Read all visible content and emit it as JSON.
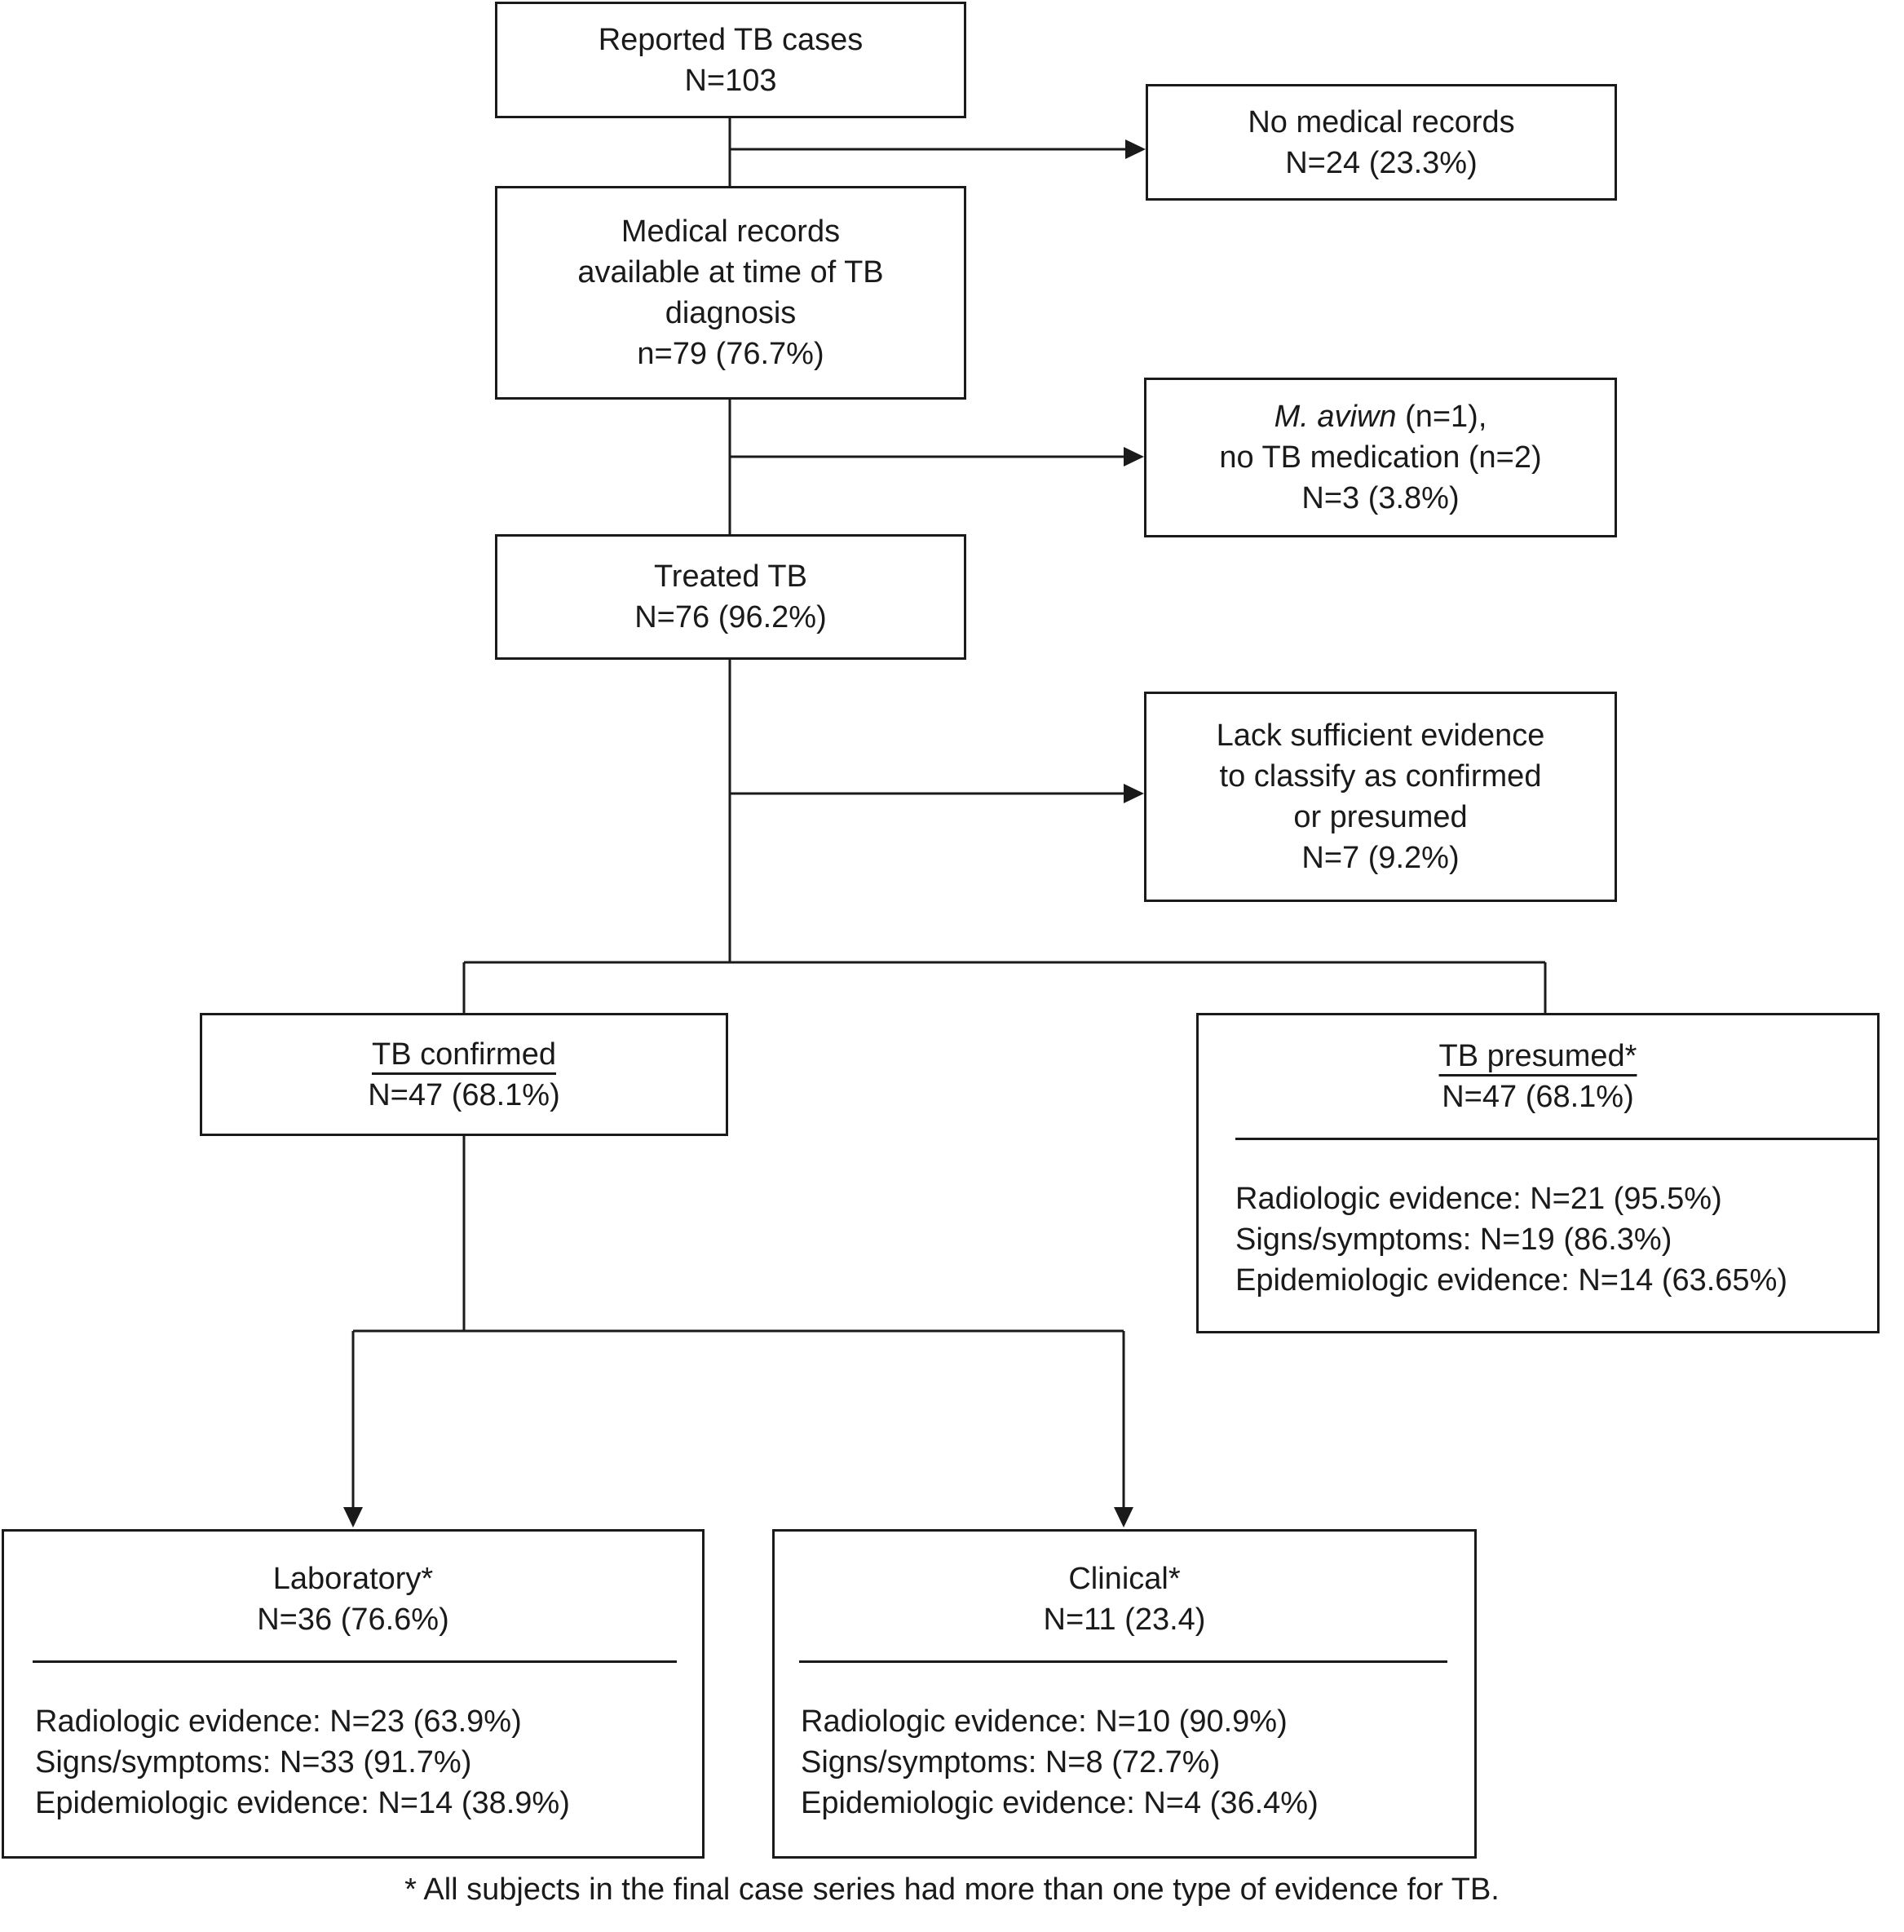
{
  "boxes": {
    "reported": {
      "title": "Reported TB cases",
      "n": "N=103"
    },
    "no_records": {
      "title": "No medical records",
      "n": "N=24 (23.3%)"
    },
    "records": {
      "lines": [
        "Medical records",
        "available at time of TB",
        "diagnosis",
        "n=79 (76.7%)"
      ]
    },
    "excluded": {
      "italic": "M. aviwn",
      "rest1": " (n=1),",
      "line2": "no TB medication (n=2)",
      "n": "N=3 (3.8%)"
    },
    "treated": {
      "title": "Treated TB",
      "n": "N=76 (96.2%)"
    },
    "insufficient": {
      "lines": [
        "Lack sufficient evidence",
        "to classify as confirmed",
        "or presumed",
        "N=7 (9.2%)"
      ]
    },
    "confirmed": {
      "title": "TB confirmed",
      "n": "N=47 (68.1%)"
    },
    "presumed": {
      "title": "TB presumed*",
      "n": "N=47 (68.1%)",
      "items": [
        "Radiologic evidence: N=21 (95.5%)",
        "Signs/symptoms: N=19 (86.3%)",
        "Epidemiologic evidence: N=14 (63.65%)"
      ]
    },
    "laboratory": {
      "title": "Laboratory*",
      "n": "N=36 (76.6%)",
      "items": [
        "Radiologic evidence: N=23 (63.9%)",
        "Signs/symptoms: N=33 (91.7%)",
        "Epidemiologic evidence: N=14 (38.9%)"
      ]
    },
    "clinical": {
      "title": "Clinical*",
      "n": "N=11 (23.4)",
      "items": [
        "Radiologic evidence: N=10 (90.9%)",
        "Signs/symptoms: N=8 (72.7%)",
        "Epidemiologic evidence: N=4 (36.4%)"
      ]
    }
  },
  "footnote": "* All subjects in the final case series had more than one type of evidence for TB."
}
